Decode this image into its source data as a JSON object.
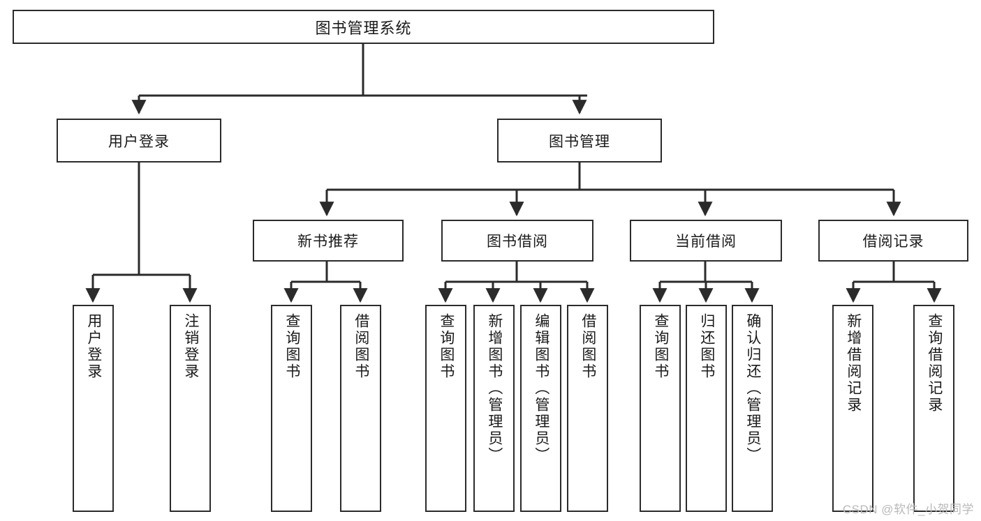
{
  "diagram": {
    "title": "图书管理系统",
    "type": "tree-hierarchy",
    "watermark": "CSDN @软件_小贺同学",
    "colors": {
      "stroke": "#2b2b2b",
      "background": "#ffffff",
      "text": "#1a1a1a",
      "watermark": "#b9b9b9"
    },
    "root": {
      "label": "图书管理系统"
    },
    "level2": [
      {
        "label": "用户登录"
      },
      {
        "label": "图书管理"
      }
    ],
    "level3": [
      {
        "label": "新书推荐"
      },
      {
        "label": "图书借阅"
      },
      {
        "label": "当前借阅"
      },
      {
        "label": "借阅记录"
      }
    ],
    "leaves": {
      "user_login": [
        {
          "label": "用户登录"
        },
        {
          "label": "注销登录"
        }
      ],
      "new_book_recommend": [
        {
          "label": "查询图书"
        },
        {
          "label": "借阅图书"
        }
      ],
      "book_borrow": [
        {
          "label": "查询图书"
        },
        {
          "label": "新增图书（管理员）"
        },
        {
          "label": "编辑图书（管理员）"
        },
        {
          "label": "借阅图书"
        }
      ],
      "current_borrow": [
        {
          "label": "查询图书"
        },
        {
          "label": "归还图书"
        },
        {
          "label": "确认归还（管理员）"
        }
      ],
      "borrow_record": [
        {
          "label": "新增借阅记录"
        },
        {
          "label": "查询借阅记录"
        }
      ]
    }
  }
}
